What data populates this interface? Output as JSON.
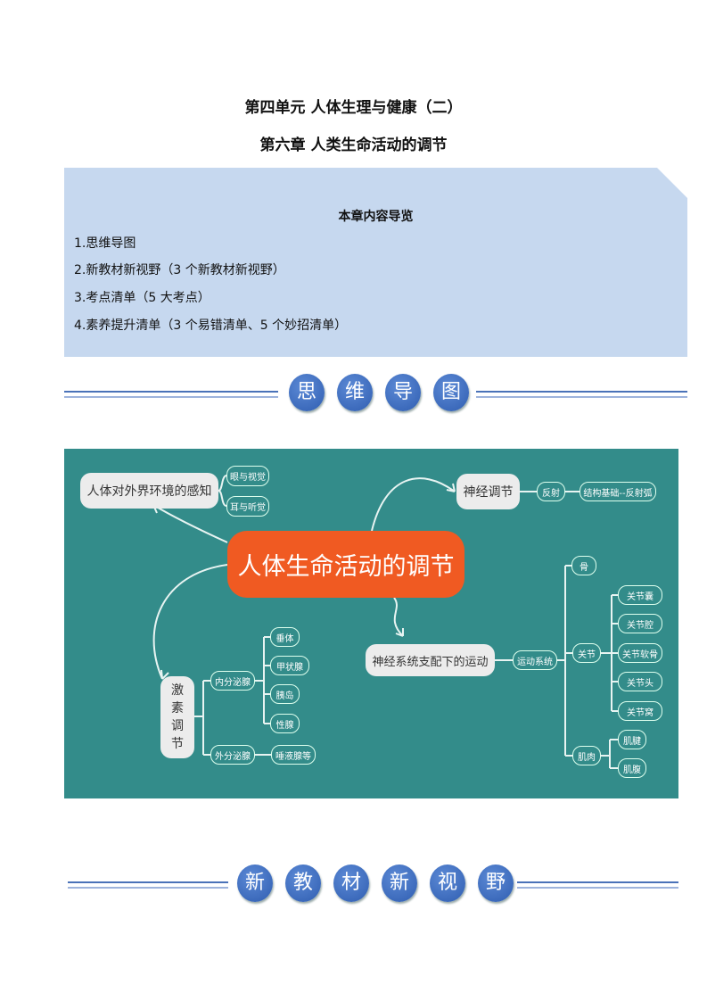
{
  "unit_title": "第四单元  人体生理与健康（二）",
  "chapter_title": "第六章  人类生命活动的调节",
  "guide": {
    "heading": "本章内容导览",
    "items": [
      "1.思维导图",
      "2.新教材新视野（3 个新教材新视野）",
      "3.考点清单（5 大考点）",
      "4.素养提升清单（3 个易错清单、5 个妙招清单）"
    ]
  },
  "banner1": [
    "思",
    "维",
    "导",
    "图"
  ],
  "banner2": [
    "新",
    "教",
    "材",
    "新",
    "视",
    "野"
  ],
  "mindmap": {
    "center": "人体生命活动的调节",
    "perception": {
      "label": "人体对外界环境的感知",
      "children": [
        "眼与视觉",
        "耳与听觉"
      ]
    },
    "nerve": {
      "label": "神经调节",
      "reflex": "反射",
      "basis": "结构基础--反射弧"
    },
    "motion": {
      "label": "神经系统支配下的运动",
      "system": "运动系统",
      "bone": "骨",
      "joint": "关节",
      "joint_parts": [
        "关节囊",
        "关节腔",
        "关节软骨",
        "关节头",
        "关节窝"
      ],
      "muscle": "肌肉",
      "muscle_parts": [
        "肌腱",
        "肌腹"
      ]
    },
    "hormone": {
      "label": "激素调节",
      "endocrine": "内分泌腺",
      "endocrine_glands": [
        "垂体",
        "甲状腺",
        "胰岛",
        "性腺"
      ],
      "exocrine": "外分泌腺",
      "exocrine_glands": "唾液腺等"
    }
  }
}
